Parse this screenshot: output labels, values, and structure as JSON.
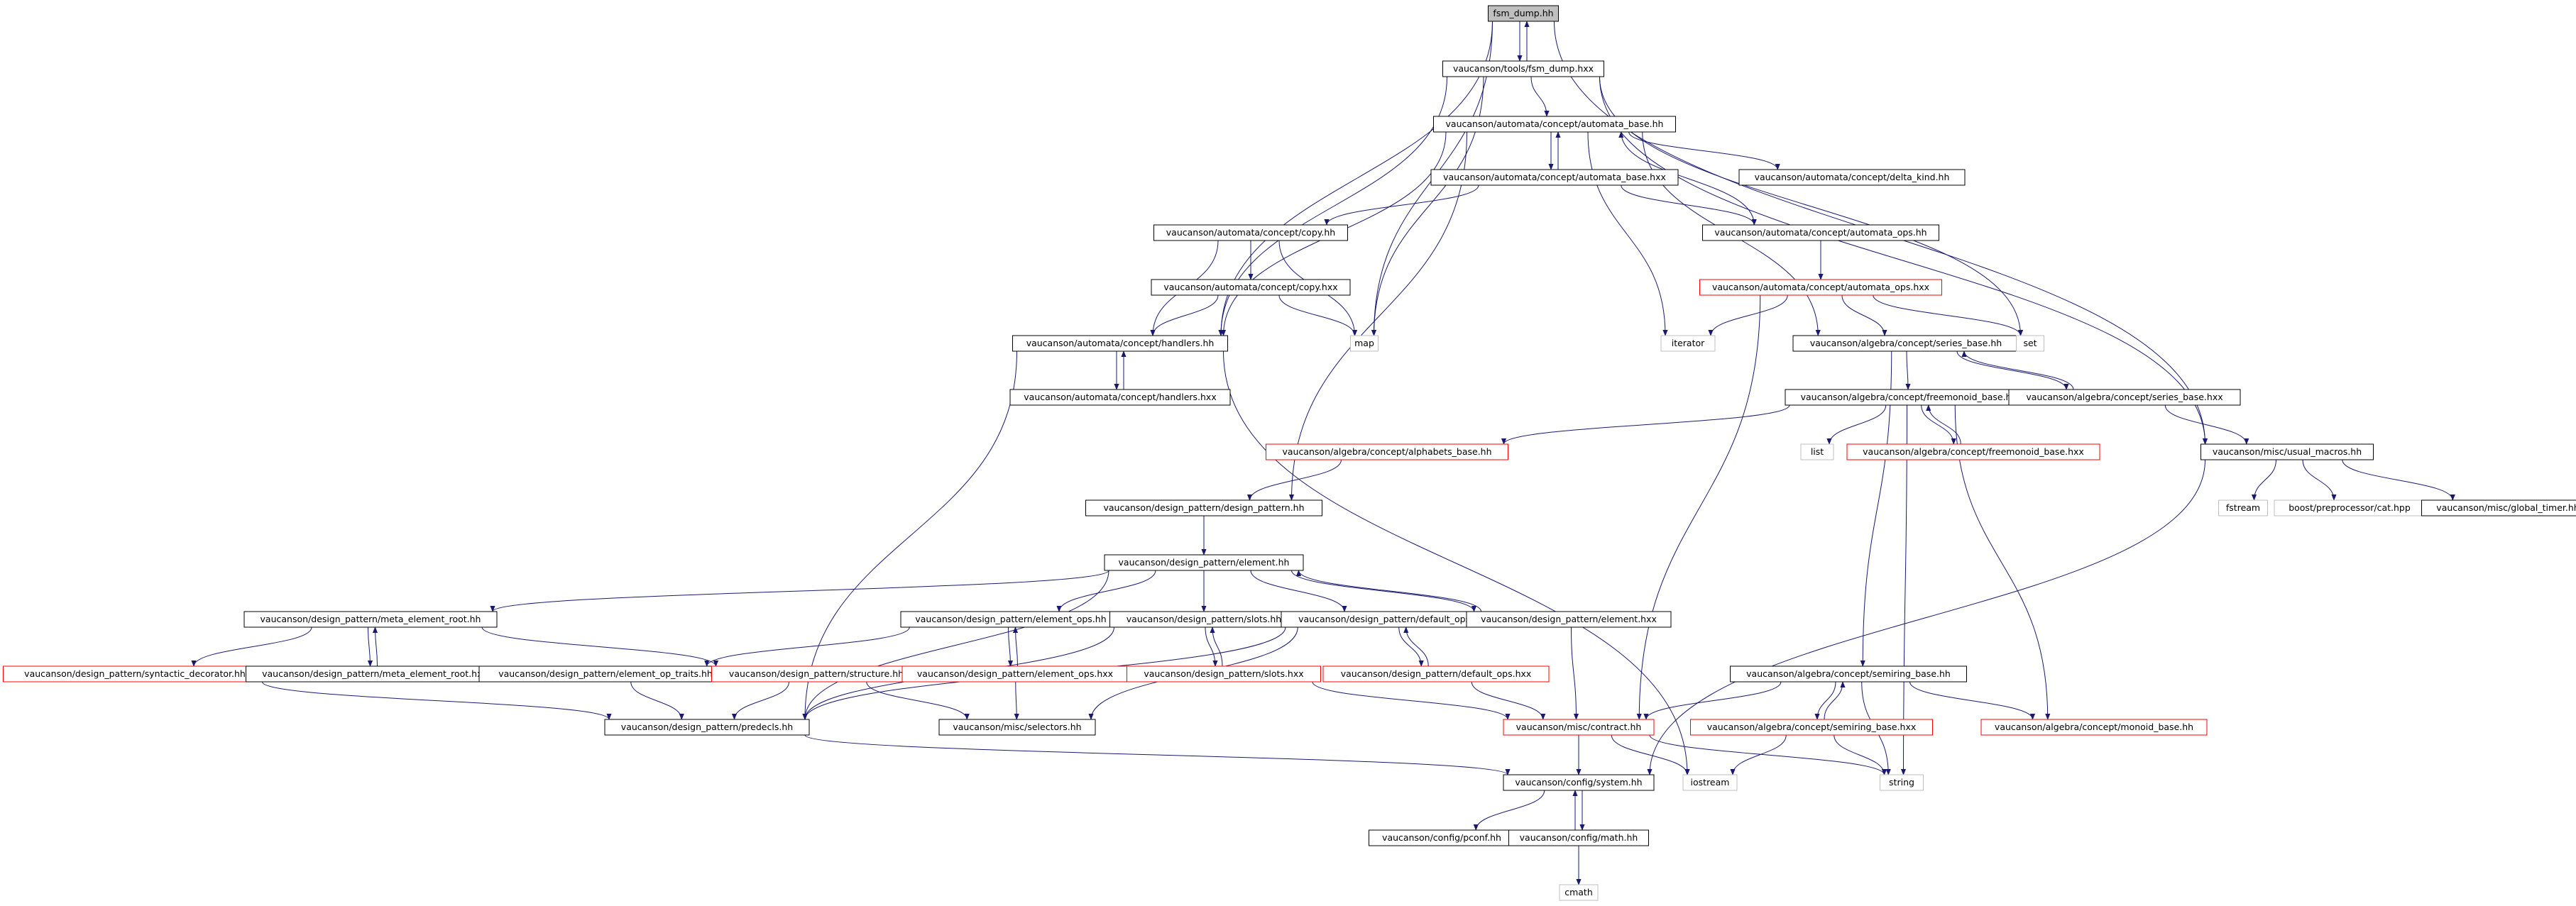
{
  "graph": {
    "colors": {
      "edge": "#191970",
      "normal_border": "#000000",
      "truncated_border": "#ff0000",
      "external_border": "#bfbfbf",
      "root_fill": "#bfbfbf",
      "fill": "#ffffff",
      "text": "#000000"
    },
    "nodes": [
      {
        "id": "fsm_dump_hh",
        "label": "fsm_dump.hh",
        "kind": "root"
      },
      {
        "id": "fsm_dump_hxx",
        "label": "vaucanson/tools/fsm_dump.hxx",
        "kind": "normal"
      },
      {
        "id": "automata_base_hh",
        "label": "vaucanson/automata/concept/automata_base.hh",
        "kind": "normal"
      },
      {
        "id": "automata_base_hxx",
        "label": "vaucanson/automata/concept/automata_base.hxx",
        "kind": "normal"
      },
      {
        "id": "delta_kind_hh",
        "label": "vaucanson/automata/concept/delta_kind.hh",
        "kind": "normal"
      },
      {
        "id": "copy_hh",
        "label": "vaucanson/automata/concept/copy.hh",
        "kind": "normal"
      },
      {
        "id": "automata_ops_hh",
        "label": "vaucanson/automata/concept/automata_ops.hh",
        "kind": "normal"
      },
      {
        "id": "copy_hxx",
        "label": "vaucanson/automata/concept/copy.hxx",
        "kind": "normal"
      },
      {
        "id": "automata_ops_hxx",
        "label": "vaucanson/automata/concept/automata_ops.hxx",
        "kind": "truncated"
      },
      {
        "id": "handlers_hh",
        "label": "vaucanson/automata/concept/handlers.hh",
        "kind": "normal"
      },
      {
        "id": "map",
        "label": "map",
        "kind": "external"
      },
      {
        "id": "iterator",
        "label": "iterator",
        "kind": "external"
      },
      {
        "id": "series_base_hh",
        "label": "vaucanson/algebra/concept/series_base.hh",
        "kind": "normal"
      },
      {
        "id": "set",
        "label": "set",
        "kind": "external"
      },
      {
        "id": "handlers_hxx",
        "label": "vaucanson/automata/concept/handlers.hxx",
        "kind": "normal"
      },
      {
        "id": "freemonoid_base_hh",
        "label": "vaucanson/algebra/concept/freemonoid_base.hh",
        "kind": "normal"
      },
      {
        "id": "series_base_hxx",
        "label": "vaucanson/algebra/concept/series_base.hxx",
        "kind": "normal"
      },
      {
        "id": "alphabets_base_hh",
        "label": "vaucanson/algebra/concept/alphabets_base.hh",
        "kind": "truncated"
      },
      {
        "id": "list",
        "label": "list",
        "kind": "external"
      },
      {
        "id": "freemonoid_base_hxx",
        "label": "vaucanson/algebra/concept/freemonoid_base.hxx",
        "kind": "truncated"
      },
      {
        "id": "usual_macros_hh",
        "label": "vaucanson/misc/usual_macros.hh",
        "kind": "normal"
      },
      {
        "id": "design_pattern_hh",
        "label": "vaucanson/design_pattern/design_pattern.hh",
        "kind": "normal"
      },
      {
        "id": "fstream",
        "label": "fstream",
        "kind": "external"
      },
      {
        "id": "cat_hpp",
        "label": "boost/preprocessor/cat.hpp",
        "kind": "external"
      },
      {
        "id": "global_timer_hh",
        "label": "vaucanson/misc/global_timer.hh",
        "kind": "normal"
      },
      {
        "id": "element_hh",
        "label": "vaucanson/design_pattern/element.hh",
        "kind": "normal"
      },
      {
        "id": "meta_element_root_hh",
        "label": "vaucanson/design_pattern/meta_element_root.hh",
        "kind": "normal"
      },
      {
        "id": "element_ops_hh",
        "label": "vaucanson/design_pattern/element_ops.hh",
        "kind": "normal"
      },
      {
        "id": "slots_hh",
        "label": "vaucanson/design_pattern/slots.hh",
        "kind": "normal"
      },
      {
        "id": "default_ops_hh",
        "label": "vaucanson/design_pattern/default_ops.hh",
        "kind": "normal"
      },
      {
        "id": "element_hxx",
        "label": "vaucanson/design_pattern/element.hxx",
        "kind": "normal"
      },
      {
        "id": "syntactic_decorator_hh",
        "label": "vaucanson/design_pattern/syntactic_decorator.hh",
        "kind": "truncated"
      },
      {
        "id": "meta_element_root_hxx",
        "label": "vaucanson/design_pattern/meta_element_root.hxx",
        "kind": "normal"
      },
      {
        "id": "element_op_traits_hh",
        "label": "vaucanson/design_pattern/element_op_traits.hh",
        "kind": "normal"
      },
      {
        "id": "structure_hh",
        "label": "vaucanson/design_pattern/structure.hh",
        "kind": "truncated"
      },
      {
        "id": "element_ops_hxx",
        "label": "vaucanson/design_pattern/element_ops.hxx",
        "kind": "truncated"
      },
      {
        "id": "slots_hxx",
        "label": "vaucanson/design_pattern/slots.hxx",
        "kind": "truncated"
      },
      {
        "id": "default_ops_hxx",
        "label": "vaucanson/design_pattern/default_ops.hxx",
        "kind": "truncated"
      },
      {
        "id": "semiring_base_hh",
        "label": "vaucanson/algebra/concept/semiring_base.hh",
        "kind": "normal"
      },
      {
        "id": "predecls_hh",
        "label": "vaucanson/design_pattern/predecls.hh",
        "kind": "normal"
      },
      {
        "id": "selectors_hh",
        "label": "vaucanson/misc/selectors.hh",
        "kind": "normal"
      },
      {
        "id": "contract_hh",
        "label": "vaucanson/misc/contract.hh",
        "kind": "truncated"
      },
      {
        "id": "semiring_base_hxx",
        "label": "vaucanson/algebra/concept/semiring_base.hxx",
        "kind": "truncated"
      },
      {
        "id": "monoid_base_hh",
        "label": "vaucanson/algebra/concept/monoid_base.hh",
        "kind": "truncated"
      },
      {
        "id": "system_hh",
        "label": "vaucanson/config/system.hh",
        "kind": "normal"
      },
      {
        "id": "iostream",
        "label": "iostream",
        "kind": "external"
      },
      {
        "id": "string",
        "label": "string",
        "kind": "external"
      },
      {
        "id": "pconf_hh",
        "label": "vaucanson/config/pconf.hh",
        "kind": "normal"
      },
      {
        "id": "math_hh",
        "label": "vaucanson/config/math.hh",
        "kind": "normal"
      },
      {
        "id": "cmath",
        "label": "cmath",
        "kind": "external"
      }
    ],
    "edges": [
      [
        "fsm_dump_hh",
        "fsm_dump_hxx"
      ],
      [
        "fsm_dump_hh",
        "map"
      ],
      [
        "fsm_dump_hh",
        "handlers_hh"
      ],
      [
        "fsm_dump_hh",
        "usual_macros_hh"
      ],
      [
        "fsm_dump_hxx",
        "fsm_dump_hh"
      ],
      [
        "fsm_dump_hxx",
        "automata_base_hh"
      ],
      [
        "fsm_dump_hxx",
        "handlers_hh"
      ],
      [
        "fsm_dump_hxx",
        "map"
      ],
      [
        "fsm_dump_hxx",
        "set"
      ],
      [
        "fsm_dump_hxx",
        "usual_macros_hh"
      ],
      [
        "automata_base_hh",
        "automata_base_hxx"
      ],
      [
        "automata_base_hh",
        "delta_kind_hh"
      ],
      [
        "automata_base_hh",
        "handlers_hh"
      ],
      [
        "automata_base_hh",
        "design_pattern_hh"
      ],
      [
        "automata_base_hh",
        "iterator"
      ],
      [
        "automata_base_hh",
        "series_base_hh"
      ],
      [
        "automata_base_hxx",
        "automata_base_hh"
      ],
      [
        "automata_base_hxx",
        "copy_hh"
      ],
      [
        "automata_base_hxx",
        "automata_ops_hh"
      ],
      [
        "copy_hh",
        "copy_hxx"
      ],
      [
        "copy_hh",
        "handlers_hh"
      ],
      [
        "copy_hh",
        "map"
      ],
      [
        "copy_hxx",
        "handlers_hh"
      ],
      [
        "copy_hxx",
        "map"
      ],
      [
        "automata_ops_hh",
        "automata_ops_hxx"
      ],
      [
        "automata_ops_hh",
        "automata_base_hh"
      ],
      [
        "automata_ops_hxx",
        "iterator"
      ],
      [
        "automata_ops_hxx",
        "series_base_hh"
      ],
      [
        "automata_ops_hxx",
        "set"
      ],
      [
        "automata_ops_hxx",
        "contract_hh"
      ],
      [
        "handlers_hh",
        "handlers_hxx"
      ],
      [
        "handlers_hh",
        "predecls_hh"
      ],
      [
        "handlers_hh",
        "iostream"
      ],
      [
        "handlers_hxx",
        "handlers_hh"
      ],
      [
        "series_base_hh",
        "freemonoid_base_hh"
      ],
      [
        "series_base_hh",
        "series_base_hxx"
      ],
      [
        "series_base_hh",
        "semiring_base_hh"
      ],
      [
        "series_base_hxx",
        "series_base_hh"
      ],
      [
        "series_base_hxx",
        "usual_macros_hh"
      ],
      [
        "freemonoid_base_hh",
        "alphabets_base_hh"
      ],
      [
        "freemonoid_base_hh",
        "list"
      ],
      [
        "freemonoid_base_hh",
        "freemonoid_base_hxx"
      ],
      [
        "freemonoid_base_hh",
        "monoid_base_hh"
      ],
      [
        "freemonoid_base_hh",
        "string"
      ],
      [
        "freemonoid_base_hxx",
        "freemonoid_base_hh"
      ],
      [
        "alphabets_base_hh",
        "design_pattern_hh"
      ],
      [
        "usual_macros_hh",
        "fstream"
      ],
      [
        "usual_macros_hh",
        "cat_hpp"
      ],
      [
        "usual_macros_hh",
        "global_timer_hh"
      ],
      [
        "usual_macros_hh",
        "system_hh"
      ],
      [
        "design_pattern_hh",
        "element_hh"
      ],
      [
        "element_hh",
        "meta_element_root_hh"
      ],
      [
        "element_hh",
        "element_ops_hh"
      ],
      [
        "element_hh",
        "slots_hh"
      ],
      [
        "element_hh",
        "default_ops_hh"
      ],
      [
        "element_hh",
        "element_hxx"
      ],
      [
        "element_hh",
        "predecls_hh"
      ],
      [
        "element_hxx",
        "element_hh"
      ],
      [
        "element_hxx",
        "contract_hh"
      ],
      [
        "meta_element_root_hh",
        "syntactic_decorator_hh"
      ],
      [
        "meta_element_root_hh",
        "meta_element_root_hxx"
      ],
      [
        "meta_element_root_hh",
        "structure_hh"
      ],
      [
        "meta_element_root_hxx",
        "meta_element_root_hh"
      ],
      [
        "syntactic_decorator_hh",
        "predecls_hh"
      ],
      [
        "element_ops_hh",
        "element_op_traits_hh"
      ],
      [
        "element_ops_hh",
        "element_ops_hxx"
      ],
      [
        "element_ops_hxx",
        "element_ops_hh"
      ],
      [
        "element_ops_hxx",
        "selectors_hh"
      ],
      [
        "element_op_traits_hh",
        "predecls_hh"
      ],
      [
        "structure_hh",
        "predecls_hh"
      ],
      [
        "structure_hh",
        "selectors_hh"
      ],
      [
        "slots_hh",
        "slots_hxx"
      ],
      [
        "slots_hh",
        "predecls_hh"
      ],
      [
        "slots_hxx",
        "slots_hh"
      ],
      [
        "slots_hxx",
        "contract_hh"
      ],
      [
        "default_ops_hh",
        "default_ops_hxx"
      ],
      [
        "default_ops_hh",
        "predecls_hh"
      ],
      [
        "default_ops_hh",
        "selectors_hh"
      ],
      [
        "default_ops_hxx",
        "default_ops_hh"
      ],
      [
        "default_ops_hxx",
        "contract_hh"
      ],
      [
        "semiring_base_hh",
        "semiring_base_hxx"
      ],
      [
        "semiring_base_hh",
        "monoid_base_hh"
      ],
      [
        "semiring_base_hh",
        "contract_hh"
      ],
      [
        "semiring_base_hh",
        "string"
      ],
      [
        "semiring_base_hxx",
        "semiring_base_hh"
      ],
      [
        "semiring_base_hxx",
        "iostream"
      ],
      [
        "semiring_base_hxx",
        "string"
      ],
      [
        "predecls_hh",
        "system_hh"
      ],
      [
        "contract_hh",
        "system_hh"
      ],
      [
        "contract_hh",
        "iostream"
      ],
      [
        "contract_hh",
        "string"
      ],
      [
        "system_hh",
        "pconf_hh"
      ],
      [
        "system_hh",
        "math_hh"
      ],
      [
        "math_hh",
        "system_hh"
      ],
      [
        "math_hh",
        "cmath"
      ]
    ]
  }
}
